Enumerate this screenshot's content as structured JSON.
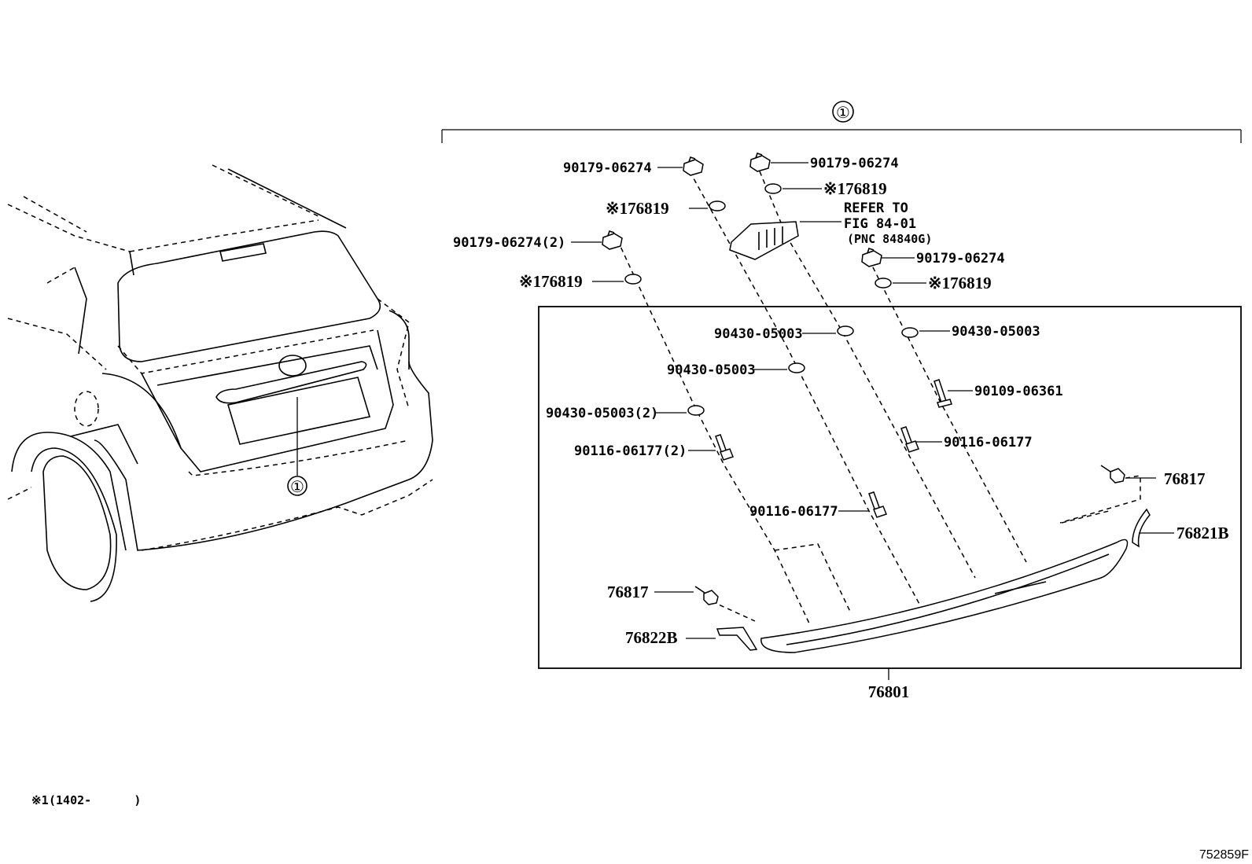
{
  "figure_code": "752859F",
  "footnote": {
    "mark": "※1",
    "text": "(1402-      )"
  },
  "assembly_callout": "①",
  "car_callout": "①",
  "refer": {
    "line1": "REFER TO",
    "line2": "FIG 84-01",
    "line3": "(PNC 84840G)"
  },
  "labels": {
    "nut_upper_left": "90179-06274",
    "nut_upper_mid": "90179-06274",
    "nut_left_2": "90179-06274(2)",
    "nut_right": "90179-06274",
    "seal_upper_left": "※176819",
    "seal_upper_mid": "※176819",
    "seal_left": "※176819",
    "seal_right": "※176819",
    "washer_mid_upper": "90430-05003",
    "washer_right": "90430-05003",
    "washer_mid_lower": "90430-05003",
    "washer_left_2": "90430-05003(2)",
    "screw_right": "90109-06361",
    "bolt_right": "90116-06177",
    "bolt_left_2": "90116-06177(2)",
    "bolt_mid": "90116-06177",
    "clip_right": "76817",
    "clip_left": "76817",
    "cap_right": "76821B",
    "cap_left": "76822B",
    "garnish": "76801"
  }
}
